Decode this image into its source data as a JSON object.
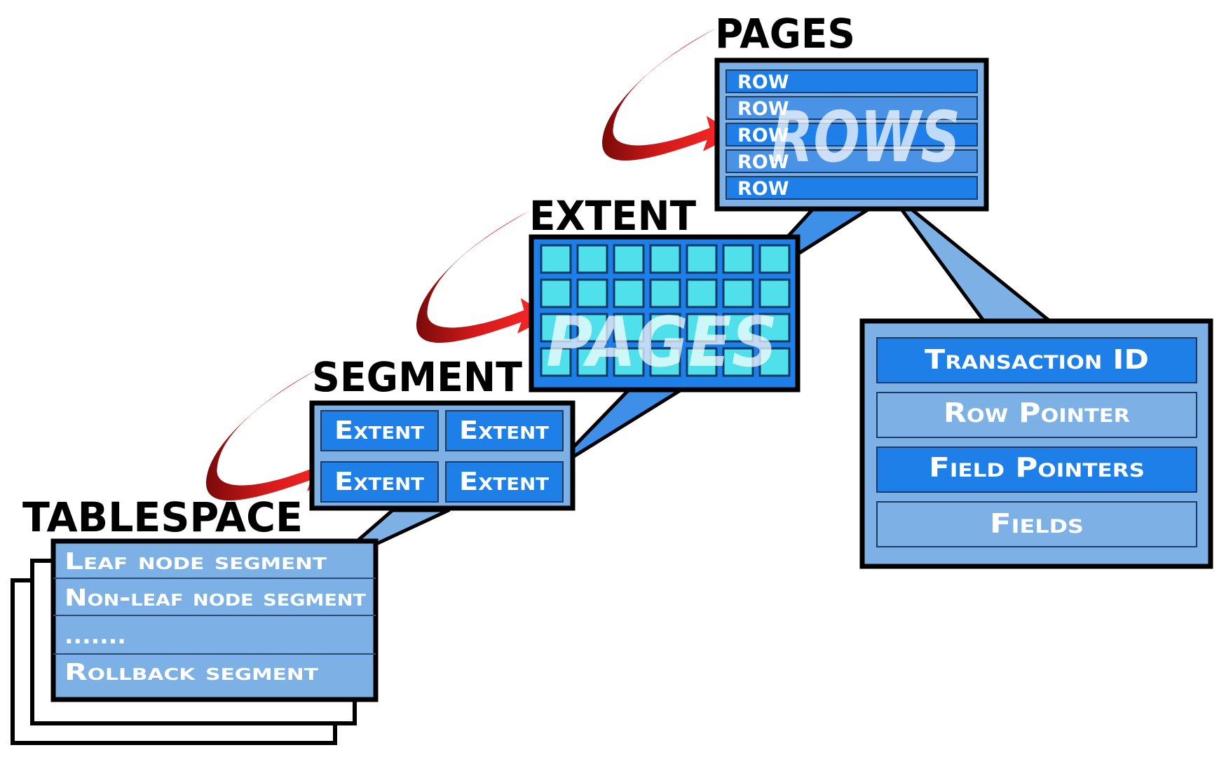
{
  "levels": {
    "pages": "PAGES",
    "extent": "EXTENT",
    "segment": "SEGMENT",
    "tablespace": "TABLESPACE"
  },
  "pages_box": {
    "rows": [
      "ROW",
      "ROW",
      "ROW",
      "ROW",
      "ROW"
    ],
    "watermark": "ROWS"
  },
  "extent_box": {
    "grid_rows": 4,
    "grid_cols": 7,
    "watermark": "PAGES"
  },
  "segment_box": {
    "cells": [
      "Extent",
      "Extent",
      "Extent",
      "Extent"
    ]
  },
  "tablespace_box": {
    "items": [
      "Leaf node segment",
      "Non-leaf node segment",
      ".......",
      "Rollback segment"
    ]
  },
  "row_box": {
    "fields": [
      "Transaction ID",
      "Row Pointer",
      "Field Pointers",
      "Fields"
    ]
  },
  "colors": {
    "dark_blue": "#1f7fe8",
    "light_blue": "#7db1e6",
    "cyan": "#4fe0ec",
    "border": "#000000",
    "arrow_red": "#d81818"
  }
}
